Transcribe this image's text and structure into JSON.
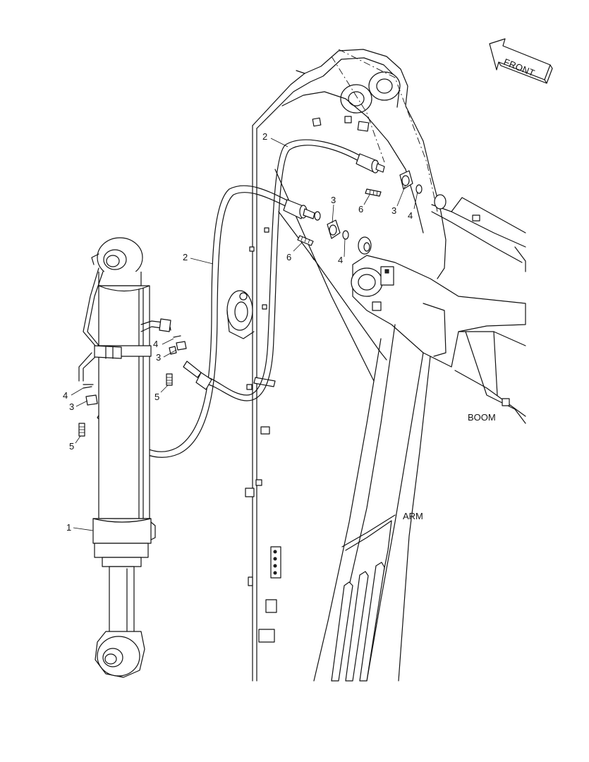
{
  "direction_marker": {
    "text": "FRONT"
  },
  "component_labels": {
    "boom": "BOOM",
    "arm": "ARM"
  },
  "callouts": [
    {
      "id": "c1",
      "text": "1"
    },
    {
      "id": "c2a",
      "text": "2"
    },
    {
      "id": "c2b",
      "text": "2"
    },
    {
      "id": "c3a",
      "text": "3"
    },
    {
      "id": "c3b",
      "text": "3"
    },
    {
      "id": "c3c",
      "text": "3"
    },
    {
      "id": "c3d",
      "text": "3"
    },
    {
      "id": "c4a",
      "text": "4"
    },
    {
      "id": "c4b",
      "text": "4"
    },
    {
      "id": "c4c",
      "text": "4"
    },
    {
      "id": "c4d",
      "text": "4"
    },
    {
      "id": "c5a",
      "text": "5"
    },
    {
      "id": "c5b",
      "text": "5"
    },
    {
      "id": "c6a",
      "text": "6"
    },
    {
      "id": "c6b",
      "text": "6"
    }
  ]
}
